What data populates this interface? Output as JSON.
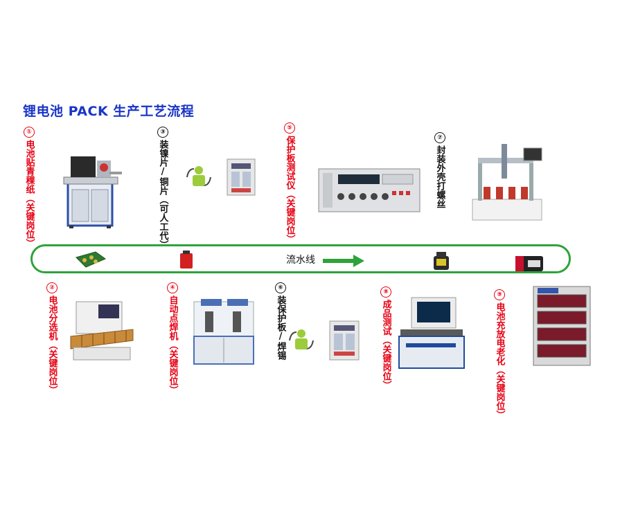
{
  "title": "锂电池 PACK 生产工艺流程",
  "flow_label": "流水线",
  "colors": {
    "title": "#1a35c8",
    "key_station": "#e60012",
    "normal_station": "#111111",
    "flow_line": "#2ea33a"
  },
  "steps": [
    {
      "num": "①",
      "text": "电池贴青稞纸（关键岗位）"
    },
    {
      "num": "②",
      "text": "电池分选机（关键岗位）"
    },
    {
      "num": "③",
      "text": "装镍片/铜片（可人工代）"
    },
    {
      "num": "④",
      "text": "自动点焊机（关键岗位）"
    },
    {
      "num": "⑤",
      "text": "保护板测试仪（关键岗位）"
    },
    {
      "num": "⑥",
      "text": "装保护板/焊锡"
    },
    {
      "num": "⑦",
      "text": "封装外壳打螺丝"
    },
    {
      "num": "⑧",
      "text": "成品测试（关键岗位）"
    },
    {
      "num": "⑨",
      "text": "电池充放电老化（关键岗位）"
    }
  ]
}
